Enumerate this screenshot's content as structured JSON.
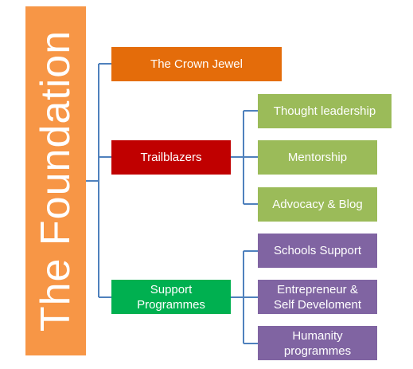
{
  "root": {
    "label": "The Foundation"
  },
  "branches": {
    "crown_jewel": {
      "label": "The Crown Jewel"
    },
    "trailblazers": {
      "label": "Trailblazers",
      "children": [
        "Thought leadership",
        "Mentorship",
        "Advocacy & Blog"
      ]
    },
    "support_programmes": {
      "label": "Support\nProgrammes",
      "children": [
        "Schools Support",
        "Entrepreneur &\nSelf Develoment",
        "Humanity\nprogrammes"
      ]
    }
  },
  "colors": {
    "root": "#F79646",
    "crown_jewel": "#E46C0A",
    "trailblazers": "#C00000",
    "support_programmes": "#00B050",
    "trailblazers_children": "#9BBB59",
    "support_children": "#8064A2",
    "connector": "#4F81BD"
  }
}
